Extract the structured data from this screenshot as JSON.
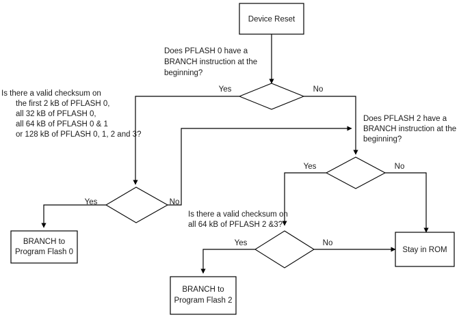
{
  "diagram": {
    "title": "Device Reset Boot Flow",
    "colors": {
      "stroke": "#000000",
      "fill": "#ffffff",
      "text": "#1a1a1a"
    },
    "nodes": {
      "device_reset": {
        "label": "Device Reset"
      },
      "branch_flash_0": {
        "line1": "BRANCH to",
        "line2": "Program Flash 0"
      },
      "branch_flash_2": {
        "line1": "BRANCH to",
        "line2": "Program Flash 2"
      },
      "stay_in_rom": {
        "label": "Stay in ROM"
      }
    },
    "questions": {
      "pflash0_branch": {
        "line1": "Does PFLASH  0 have a",
        "line2": "BRANCH instruction at the",
        "line3": "beginning?"
      },
      "checksum_pflash0": {
        "line1": "Is there a valid checksum on",
        "line2": "the first 2 kB of PFLASH 0,",
        "line3": "all 32 kB of PFLASH  0,",
        "line4": "all 64 kB of PFLASH 0 & 1",
        "line5": "or 128 kB of PFLASH 0, 1, 2 and 3?"
      },
      "pflash2_branch": {
        "line1": "Does PFLASH  2 have a",
        "line2": "BRANCH instruction at the",
        "line3": "beginning?"
      },
      "checksum_pflash2": {
        "line1": "Is there a valid checksum on",
        "line2": "all 64 kB of PFLASH 2 &3?"
      }
    },
    "edge_labels": {
      "d1_yes": "Yes",
      "d1_no": "No",
      "d2_yes": "Yes",
      "d2_no": "No",
      "d3_yes": "Yes",
      "d3_no": "No",
      "d4_yes": "Yes",
      "d4_no": "No"
    }
  }
}
